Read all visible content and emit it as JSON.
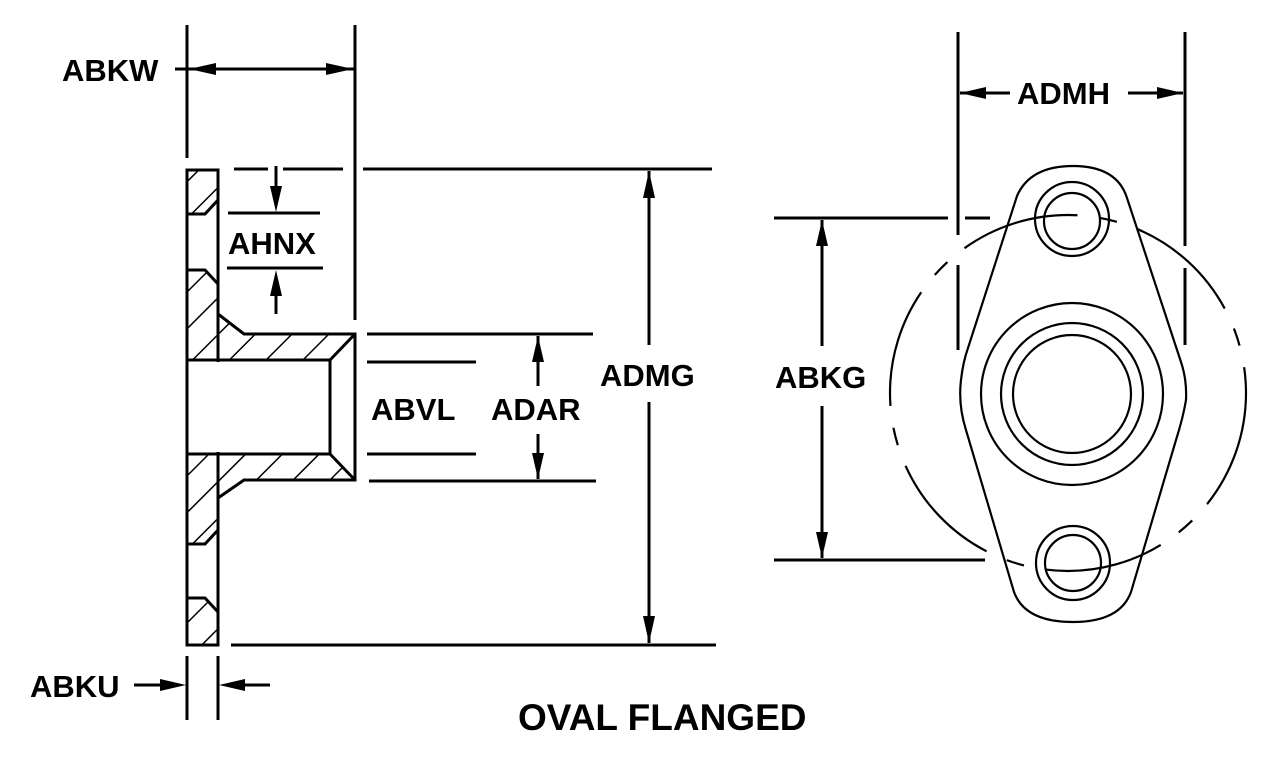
{
  "drawing": {
    "title": "OVAL FLANGED",
    "side_view": {
      "labels": {
        "flange_to_hub_length": "ABKW",
        "hex_or_step_height": "AHNX",
        "bore_diameter": "ABVL",
        "hub_outside_diameter": "ADAR",
        "flange_height": "ADMG",
        "flange_thickness": "ABKU"
      }
    },
    "end_view": {
      "labels": {
        "hole_spacing_width": "ADMH",
        "bolt_hole_spacing": "ABKG"
      }
    },
    "colors": {
      "line": "#000000",
      "background": "#ffffff"
    }
  }
}
